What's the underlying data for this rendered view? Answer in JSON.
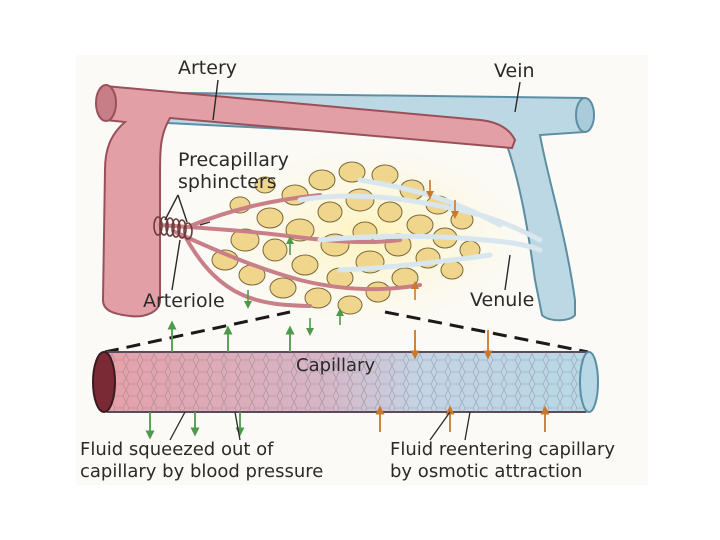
{
  "labels": {
    "artery": "Artery",
    "vein": "Vein",
    "precapillary_line1": "Precapillary",
    "precapillary_line2": "sphincters",
    "arteriole": "Arteriole",
    "venule": "Venule",
    "capillary": "Capillary",
    "fluid_out_line1": "Fluid squeezed out of",
    "fluid_out_line2": "capillary by blood pressure",
    "fluid_in_line1": "Fluid reentering capillary",
    "fluid_in_line2": "by osmotic attraction"
  },
  "colors": {
    "background": "#ffffff",
    "panel": "#fbfaf6",
    "artery": "#e2a0a6",
    "artery_dark": "#9a5058",
    "vein": "#bcd8e4",
    "vein_dark": "#5c8ea4",
    "tissue_cell": "#f0d58c",
    "tissue_outline": "#7a6a3a",
    "glow": "#fff6c8",
    "arrow_green": "#4f9a4a",
    "arrow_orange": "#c9782c",
    "text": "#2a2a2a"
  }
}
